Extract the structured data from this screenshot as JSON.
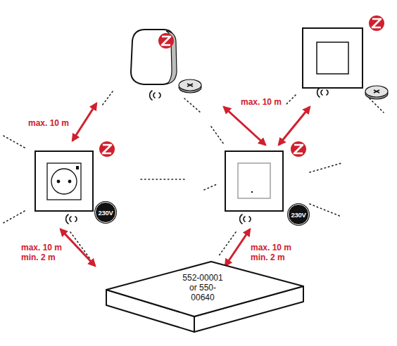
{
  "diagram": {
    "nodes": [
      {
        "text": [
          "230V"
        ]
      },
      {
        "text": [
          "230V"
        ]
      },
      {
        "text": [
          "552-00001 or 550-00640"
        ]
      }
    ],
    "labels": [
      "max. 10 m",
      "max. 10 m",
      "max. 10 m min. 2 m",
      "max. 10 m min. 2 m"
    ]
  }
}
